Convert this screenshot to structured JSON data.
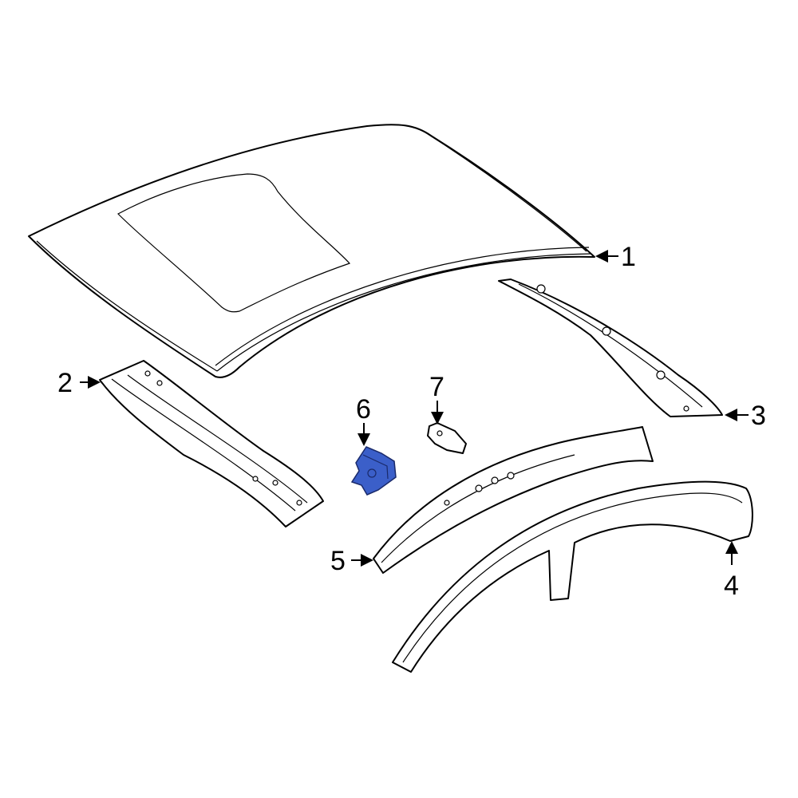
{
  "diagram": {
    "highlight_color": "#3b5fc9",
    "parts": [
      {
        "callout": "1",
        "highlighted": false
      },
      {
        "callout": "2",
        "highlighted": false
      },
      {
        "callout": "3",
        "highlighted": false
      },
      {
        "callout": "4",
        "highlighted": false
      },
      {
        "callout": "5",
        "highlighted": false
      },
      {
        "callout": "6",
        "highlighted": true
      },
      {
        "callout": "7",
        "highlighted": false
      }
    ]
  }
}
